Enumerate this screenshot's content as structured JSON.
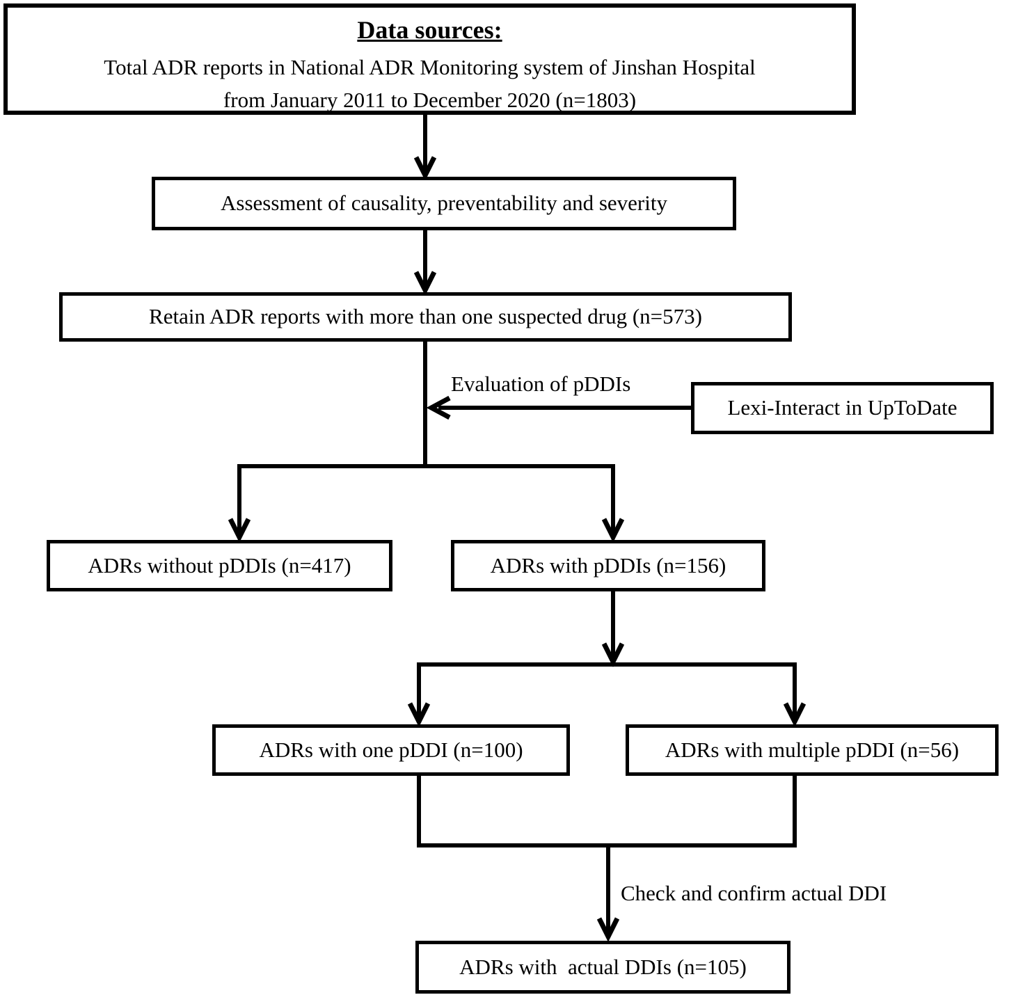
{
  "diagram": {
    "boxes": {
      "data_sources": {
        "title": "Data sources:",
        "line1": "Total ADR reports in National ADR Monitoring system of Jinshan Hospital",
        "line2": "from January 2011 to December 2020 (n=1803)"
      },
      "assessment": "Assessment of causality, preventability and severity",
      "retain": "Retain ADR reports with more than one suspected drug (n=573)",
      "lexi": "Lexi-Interact in UpToDate",
      "without_pddis": "ADRs without pDDIs (n=417)",
      "with_pddis": "ADRs with pDDIs (n=156)",
      "one_pddi": "ADRs with one pDDI (n=100)",
      "multiple_pddi": "ADRs with multiple pDDI (n=56)",
      "actual_ddis": "ADRs with  actual DDIs (n=105)"
    },
    "edge_labels": {
      "evaluation": "Evaluation of pDDIs",
      "check_confirm": "Check and confirm actual DDI"
    },
    "counts": {
      "total_reports": 1803,
      "more_than_one_suspected_drug": 573,
      "without_pddis": 417,
      "with_pddis": 156,
      "one_pddi": 100,
      "multiple_pddi": 56,
      "actual_ddis": 105
    },
    "colors": {
      "line": "#000000",
      "text": "#000000",
      "background": "#ffffff"
    }
  }
}
